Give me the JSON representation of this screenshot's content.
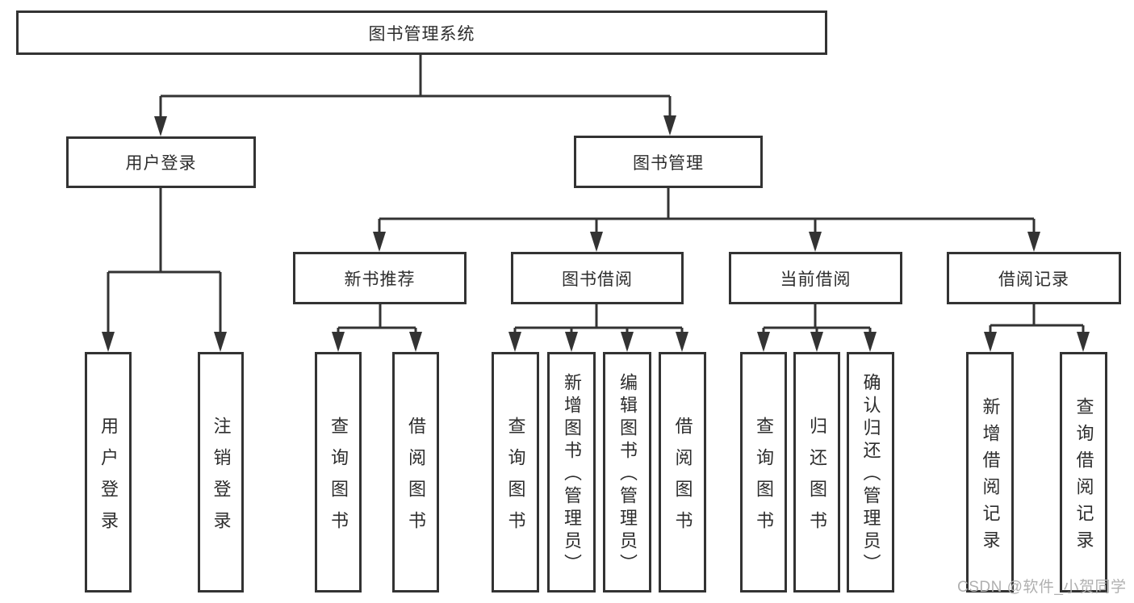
{
  "colors": {
    "line": "#333333",
    "box_border": "#333333",
    "text": "#2d2d2d",
    "background": "#ffffff",
    "watermark": "#b0b0b0"
  },
  "diagram": {
    "root": {
      "label": "图书管理系统"
    },
    "level2": [
      {
        "label": "用户登录"
      },
      {
        "label": "图书管理"
      }
    ],
    "level3": [
      {
        "label": "新书推荐",
        "parent": "图书管理"
      },
      {
        "label": "图书借阅",
        "parent": "图书管理"
      },
      {
        "label": "当前借阅",
        "parent": "图书管理"
      },
      {
        "label": "借阅记录",
        "parent": "图书管理"
      }
    ],
    "leaves": [
      {
        "label": "用户登录",
        "parent": "用户登录"
      },
      {
        "label": "注销登录",
        "parent": "用户登录"
      },
      {
        "label": "查询图书",
        "parent": "新书推荐"
      },
      {
        "label": "借阅图书",
        "parent": "新书推荐"
      },
      {
        "label": "查询图书",
        "parent": "图书借阅"
      },
      {
        "label": "新增图书（管理员）",
        "parent": "图书借阅"
      },
      {
        "label": "编辑图书（管理员）",
        "parent": "图书借阅"
      },
      {
        "label": "借阅图书",
        "parent": "图书借阅"
      },
      {
        "label": "查询图书",
        "parent": "当前借阅"
      },
      {
        "label": "归还图书",
        "parent": "当前借阅"
      },
      {
        "label": "确认归还（管理员）",
        "parent": "当前借阅"
      },
      {
        "label": "新增借阅记录",
        "parent": "借阅记录"
      },
      {
        "label": "查询借阅记录",
        "parent": "借阅记录"
      }
    ]
  },
  "watermark": {
    "text": "CSDN @软件_小贺同学"
  }
}
